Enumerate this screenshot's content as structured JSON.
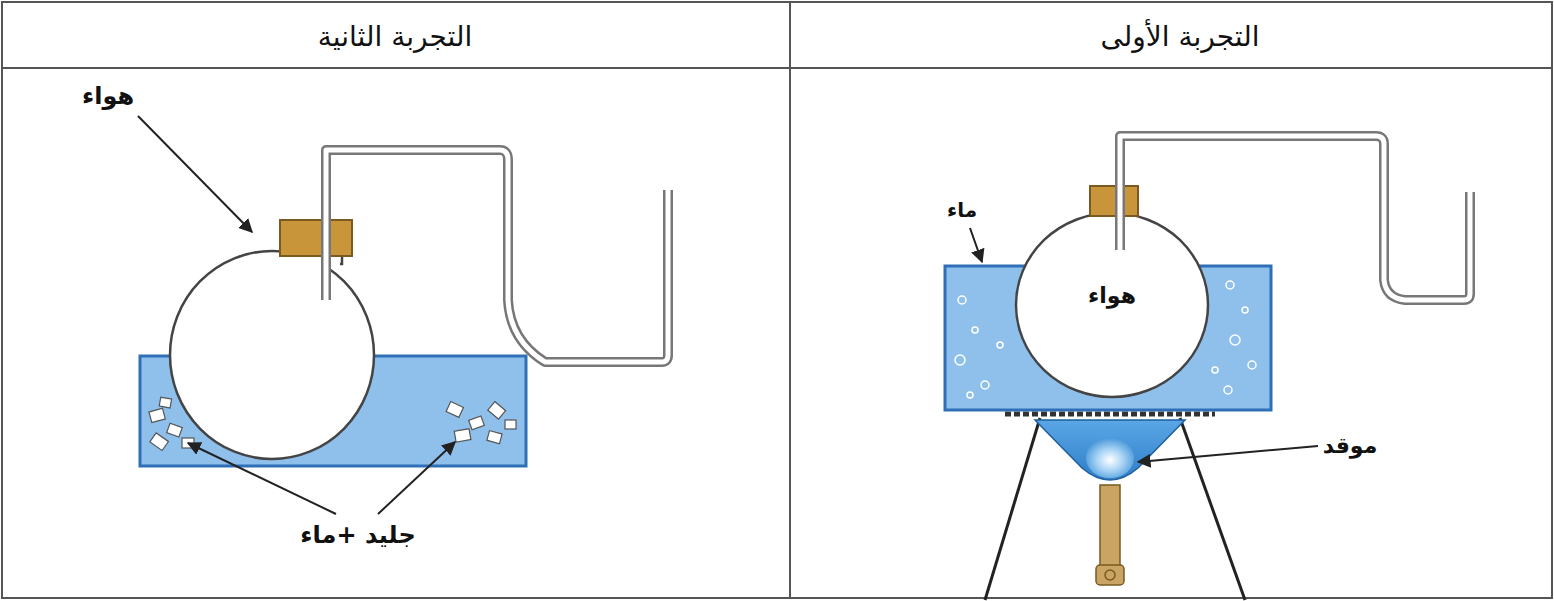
{
  "diagram": {
    "labels": [
      "التجربة الثانية",
      "التجربة الأولى",
      "هواء",
      "جليد +ماء",
      "ماء",
      "هواء",
      "موقد"
    ]
  }
}
